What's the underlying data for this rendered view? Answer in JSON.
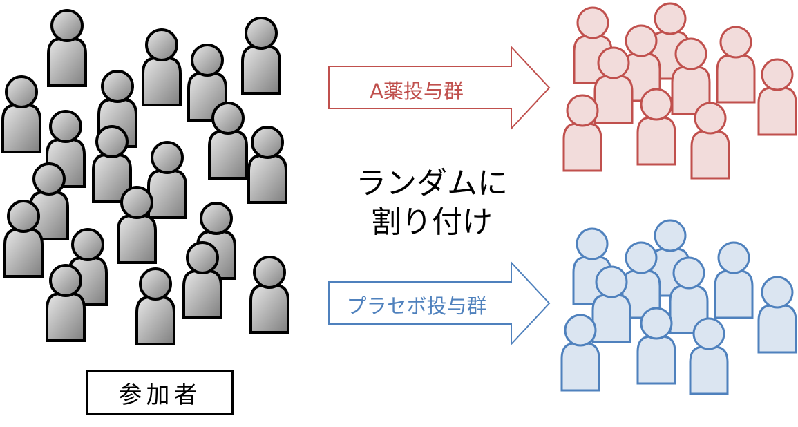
{
  "participants_label": "参加者",
  "center_caption_line1": "ランダムに",
  "center_caption_line2": "割り付け",
  "arrow_a_label": "A薬投与群",
  "arrow_placebo_label": "プラセボ投与群",
  "colors": {
    "participant_fill": "#a6a6a6",
    "participant_stroke": "#000000",
    "group_a_fill": "#f2dcdb",
    "group_a_stroke": "#c0504d",
    "group_placebo_fill": "#dbe5f1",
    "group_placebo_stroke": "#4f81bd"
  },
  "icons": {
    "participant": "person-icon",
    "group_a_member": "person-icon",
    "group_placebo_member": "person-icon",
    "arrow": "right-arrow-icon"
  }
}
